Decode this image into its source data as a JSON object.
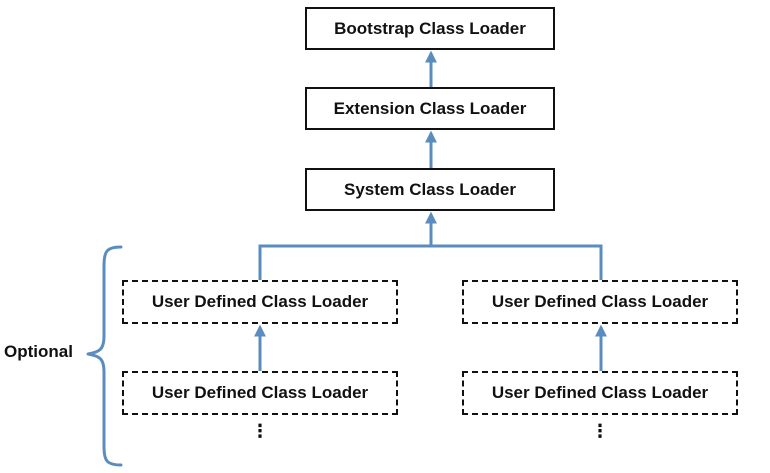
{
  "nodes": {
    "bootstrap": "Bootstrap Class Loader",
    "extension": "Extension Class Loader",
    "system": "System Class Loader",
    "user_defined_left_1": "User Defined Class Loader",
    "user_defined_right_1": "User Defined Class Loader",
    "user_defined_left_2": "User Defined Class Loader",
    "user_defined_right_2": "User Defined Class Loader"
  },
  "continuation": {
    "left": "⋮",
    "right": "⋮"
  },
  "group": {
    "label": "Optional"
  },
  "colors": {
    "connector": "#5b8cc0",
    "box_border": "#111111",
    "text": "#111111"
  }
}
